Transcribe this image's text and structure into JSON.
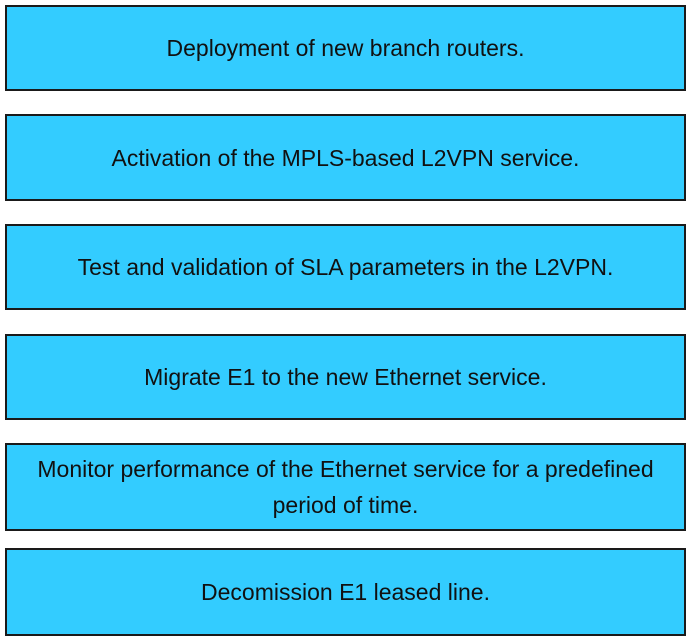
{
  "steps": [
    "Deployment of new branch routers.",
    "Activation of the MPLS-based L2VPN service.",
    "Test and validation of SLA parameters in the L2VPN.",
    "Migrate E1 to the new Ethernet service.",
    "Monitor performance of the Ethernet service for a predefined period of time.",
    "Decomission E1 leased line."
  ],
  "colors": {
    "box_fill": "#33ccff",
    "box_border": "#1a1a1a",
    "text": "#111111"
  }
}
